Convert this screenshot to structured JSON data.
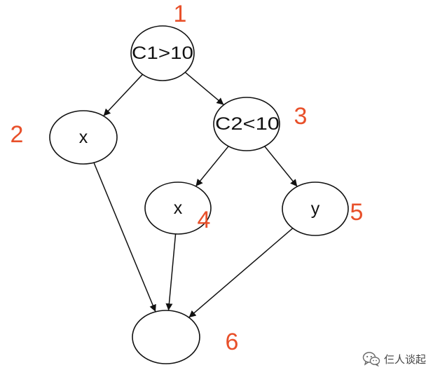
{
  "colors": {
    "stroke": "#111111",
    "number": "#e8502a"
  },
  "nodes": [
    {
      "id": "n1",
      "label": "C1>10",
      "number": "1"
    },
    {
      "id": "n2",
      "label": "x",
      "number": "2"
    },
    {
      "id": "n3",
      "label": "C2<10",
      "number": "3"
    },
    {
      "id": "n4",
      "label": "x",
      "number": "4"
    },
    {
      "id": "n5",
      "label": "y",
      "number": "5"
    },
    {
      "id": "n6",
      "label": "",
      "number": "6"
    }
  ],
  "edges": [
    {
      "from": "n1",
      "to": "n2"
    },
    {
      "from": "n1",
      "to": "n3"
    },
    {
      "from": "n3",
      "to": "n4"
    },
    {
      "from": "n3",
      "to": "n5"
    },
    {
      "from": "n2",
      "to": "n6"
    },
    {
      "from": "n4",
      "to": "n6"
    },
    {
      "from": "n5",
      "to": "n6"
    }
  ],
  "watermark": {
    "icon": "wechat-icon",
    "text": "仨人谈起"
  }
}
